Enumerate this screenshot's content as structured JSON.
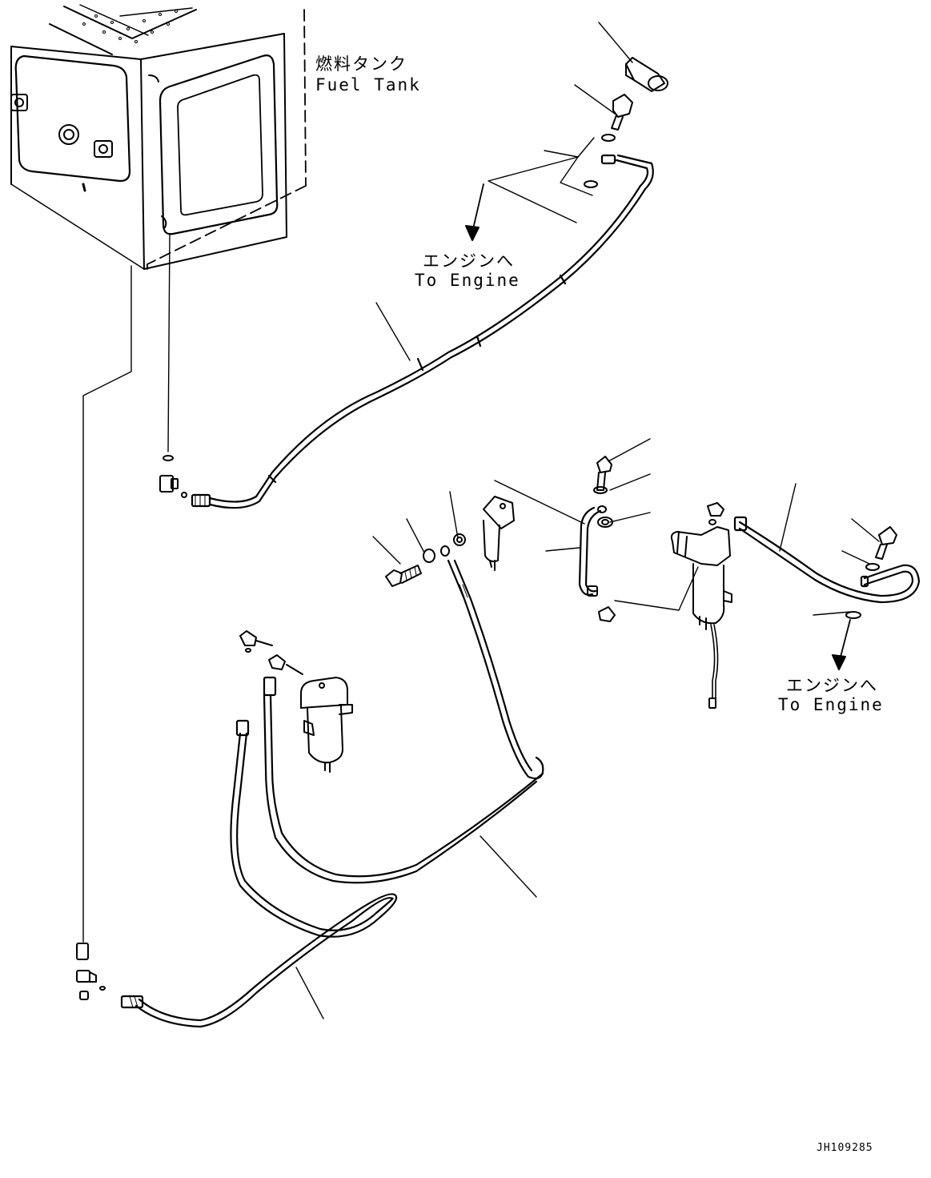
{
  "labels": {
    "fuel_tank_jp": "燃料タンク",
    "fuel_tank_en": "Fuel Tank",
    "to_engine_1_jp": "エンジンへ",
    "to_engine_1_en": "To Engine",
    "to_engine_2_jp": "エンジンへ",
    "to_engine_2_en": "To Engine",
    "drawing_number": "JH109285"
  }
}
